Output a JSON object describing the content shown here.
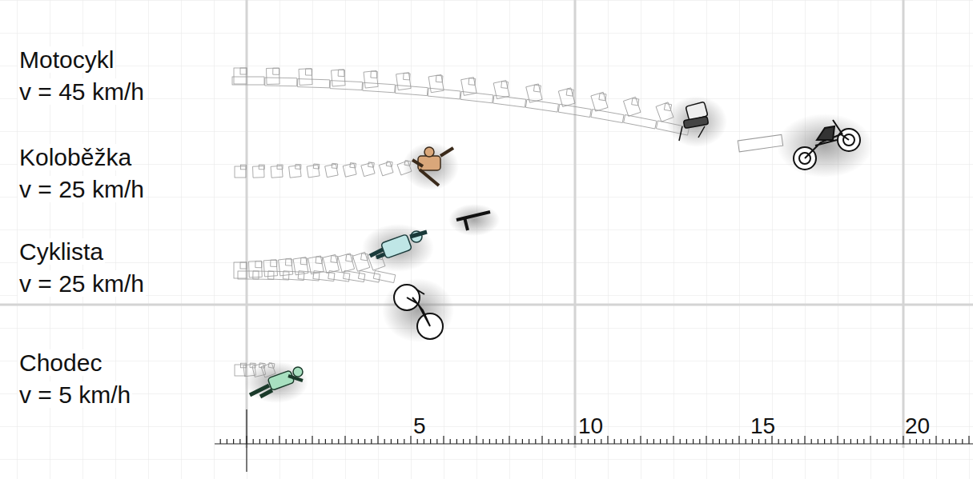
{
  "diagram": {
    "labels": [
      "Motocykl",
      "v = 45 km/h",
      "Koloběžka",
      "v = 25 km/h",
      "Cyklista",
      "v = 25 km/h",
      "Chodec",
      "v = 5 km/h",
      "5",
      "10",
      "15",
      "20"
    ]
  }
}
